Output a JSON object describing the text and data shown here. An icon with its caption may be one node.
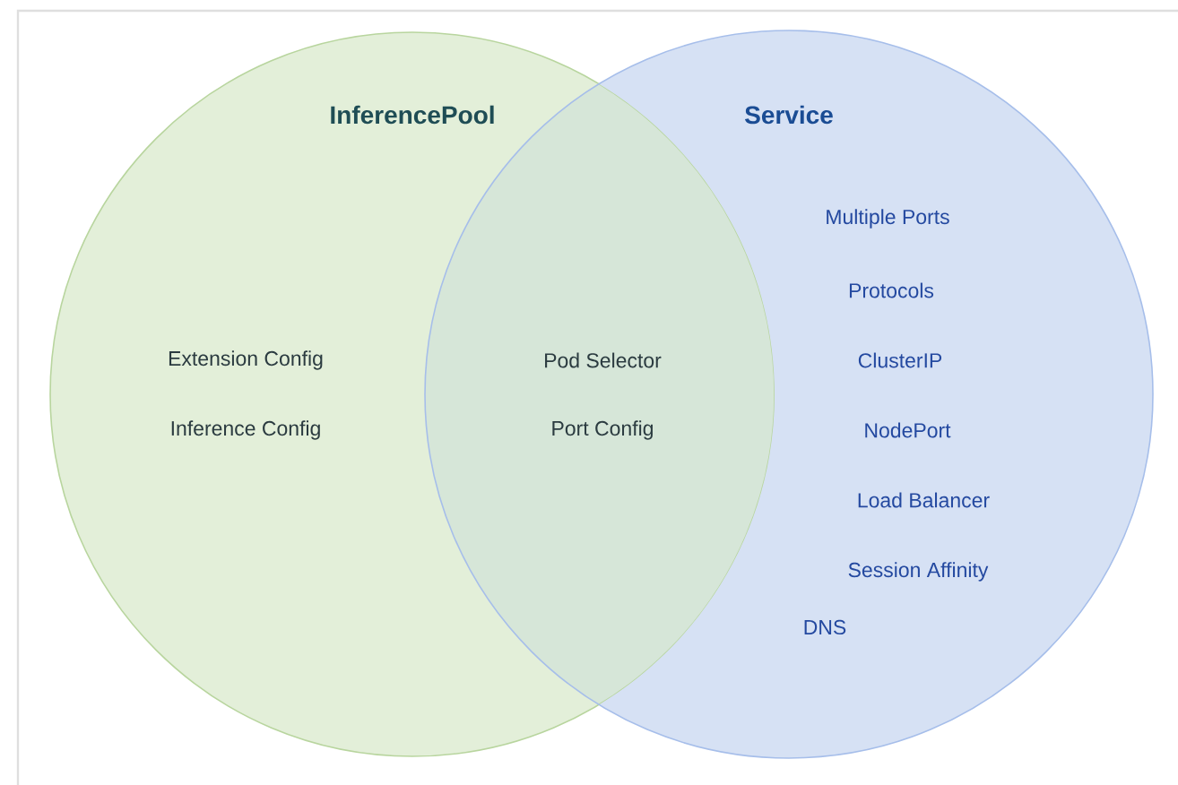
{
  "diagram": {
    "nodes": [
      {
        "text": [
          "InferencePool",
          "Extension Config",
          "Inference Config"
        ]
      },
      {
        "text": [
          "Service",
          "Multiple Ports",
          "Protocols",
          "ClusterIP",
          "NodePort",
          "Load Balancer",
          "Session Affinity",
          "DNS"
        ]
      }
    ],
    "labels": [
      "Pod Selector",
      "Port Config"
    ]
  }
}
